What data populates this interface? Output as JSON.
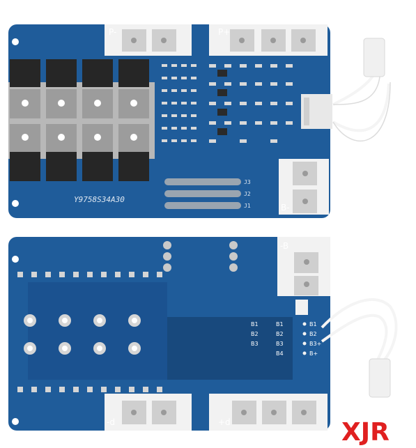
{
  "front_board": {
    "pad_labels": {
      "p_minus": "P-",
      "p_plus": "P+",
      "b_minus": "B-"
    },
    "silkscreen_code": "Y9758S34A30",
    "jumper_labels": [
      "J3",
      "J2",
      "J1"
    ]
  },
  "back_board": {
    "pad_labels": {
      "b_minus": "-B",
      "d_minus": "-d",
      "d_plus": "+d"
    },
    "balance_labels_left": [
      "B1",
      "B2",
      "B3"
    ],
    "balance_labels_right": [
      "B1",
      "B2",
      "B3",
      "B4"
    ],
    "balance_labels_out": [
      "B1",
      "B2",
      "B3+",
      "B+"
    ]
  },
  "brand": "XJR",
  "colors": {
    "pcb_blue": "#1f5c9a",
    "pcb_dark": "#18497d",
    "tin": "#c9c9c9",
    "mosfet": "#262626",
    "brand_red": "#e02020"
  }
}
